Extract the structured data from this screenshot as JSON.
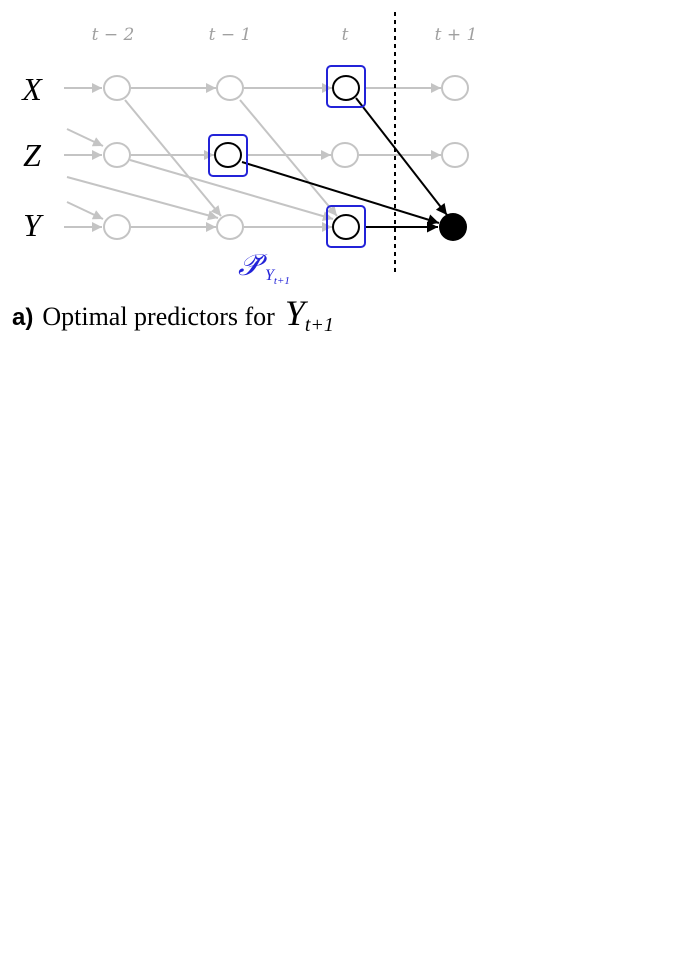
{
  "time_labels": [
    "t − 2",
    "t − 1",
    "t",
    "t + 1"
  ],
  "variables": [
    "X",
    "Z",
    "Y"
  ],
  "predictor_set": {
    "symbol": "𝒫̆",
    "subscript_main": "Y",
    "subscript_sub": "t+1"
  },
  "caption": {
    "letter": "a)",
    "text": "Optimal predictors for",
    "variable": "Y",
    "variable_subscript": "t+1"
  },
  "colors": {
    "context_edge": "#c4c4c4",
    "selected_box": "#2323d8",
    "predictor_edge": "#000000",
    "target_node": "#000000"
  }
}
